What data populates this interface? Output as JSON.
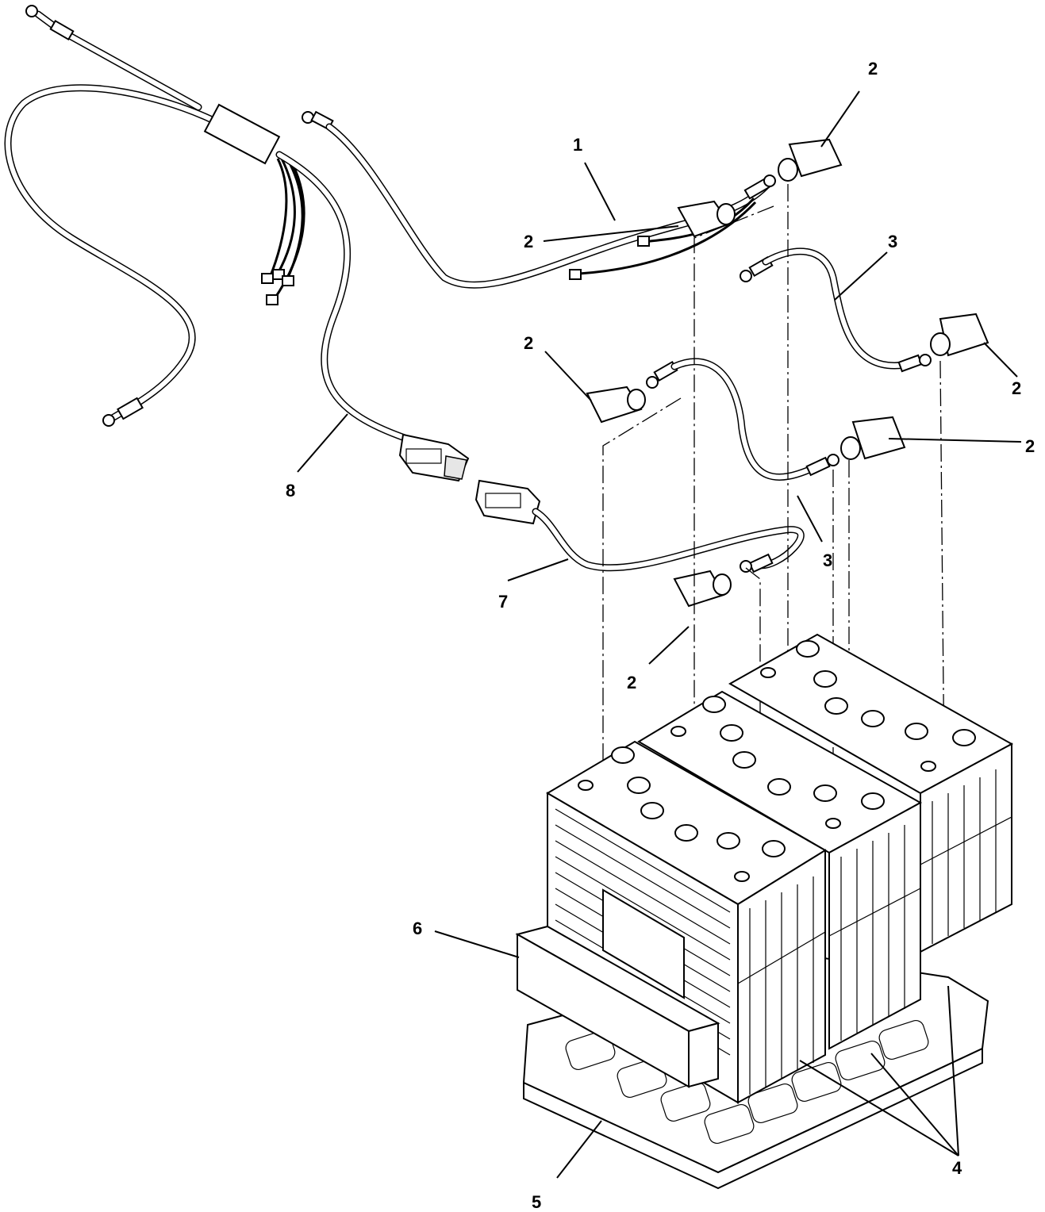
{
  "callouts": [
    {
      "id": "c1",
      "text": "1"
    },
    {
      "id": "c2a",
      "text": "2"
    },
    {
      "id": "c3a",
      "text": "3"
    },
    {
      "id": "c2b",
      "text": "2"
    },
    {
      "id": "c2c",
      "text": "2"
    },
    {
      "id": "c2d",
      "text": "2"
    },
    {
      "id": "c2e",
      "text": "2"
    },
    {
      "id": "c8",
      "text": "8"
    },
    {
      "id": "c3b",
      "text": "3"
    },
    {
      "id": "c7",
      "text": "7"
    },
    {
      "id": "c2f",
      "text": "2"
    },
    {
      "id": "c6",
      "text": "6"
    },
    {
      "id": "c4",
      "text": "4"
    },
    {
      "id": "c5",
      "text": "5"
    }
  ]
}
